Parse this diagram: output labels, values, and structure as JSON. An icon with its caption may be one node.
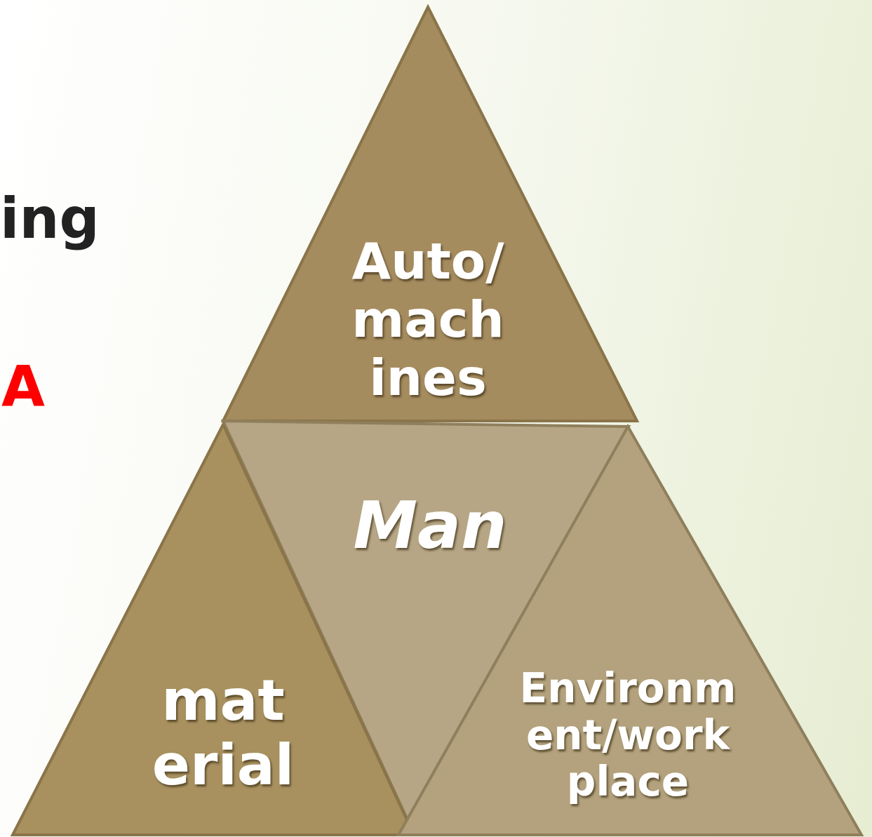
{
  "diagram": {
    "nodes": [
      {
        "text": [
          "Auto/ mach ines"
        ]
      },
      {
        "text": [
          "Man"
        ]
      },
      {
        "text": [
          "mat erial"
        ]
      },
      {
        "text": [
          "Environm ent/work place"
        ]
      }
    ],
    "labels": [
      "ing",
      "A"
    ]
  }
}
